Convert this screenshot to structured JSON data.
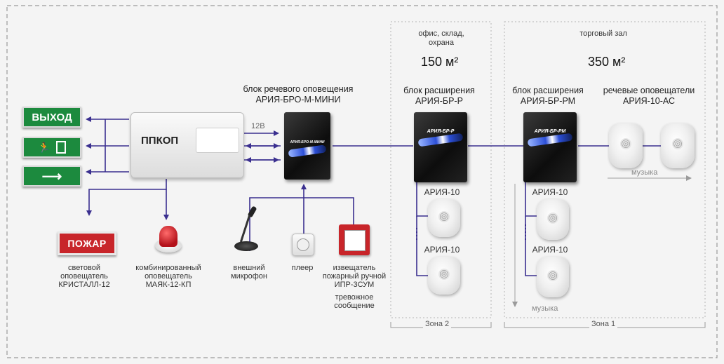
{
  "colors": {
    "arrow": "#3a2f8f",
    "line": "#3a2f8f",
    "sign_green": "#1c8a3e",
    "fire_red": "#c8252a",
    "zone_border": "#aaaaaa"
  },
  "signs": {
    "exit_text": "ВЫХОД",
    "fire_text": "ПОЖАР"
  },
  "ppkop": {
    "label": "ППКОП"
  },
  "voltage": "12В",
  "bro": {
    "title_line1": "блок речевого оповещения",
    "title_line2": "АРИЯ-БРО-М-МИНИ",
    "brand": "АРИЯ-БРО-М-МИНИ"
  },
  "zone2": {
    "desc_line1": "офис, склад,",
    "desc_line2": "охрана",
    "area": "150 м²",
    "block_line1": "блок расширения",
    "block_line2": "АРИЯ-БР-Р",
    "brand": "АРИЯ-БР-Р",
    "speaker_a": "АРИЯ-10",
    "speaker_b": "АРИЯ-10",
    "label": "Зона 2"
  },
  "zone1": {
    "desc": "торговый зал",
    "area": "350 м²",
    "block_line1": "блок расширения",
    "block_line2": "АРИЯ-БР-РМ",
    "brand": "АРИЯ-БР-РМ",
    "speakers_line1": "речевые оповещатели",
    "speakers_line2": "АРИЯ-10-АС",
    "music_top": "музыка",
    "speaker_a": "АРИЯ-10",
    "speaker_b": "АРИЯ-10",
    "music_bottom": "музыка",
    "label": "Зона 1"
  },
  "captions": {
    "kristall_1": "световой",
    "kristall_2": "оповещатель",
    "kristall_3": "КРИСТАЛЛ-12",
    "mayak_1": "комбинированный",
    "mayak_2": "оповещатель",
    "mayak_3": "МАЯК-12-КП",
    "mic_1": "внешний",
    "mic_2": "микрофон",
    "player": "плеер",
    "ipr_1": "извещатель",
    "ipr_2": "пожарный ручной",
    "ipr_3": "ИПР-3СУМ",
    "alarm_1": "тревожное",
    "alarm_2": "сообщение"
  },
  "icons": [
    "exit-sign-icon",
    "running-man-icon",
    "arrow-right-icon",
    "fire-sign-icon",
    "siren-icon",
    "microphone-icon",
    "player-icon",
    "call-point-icon",
    "wall-speaker-icon"
  ]
}
